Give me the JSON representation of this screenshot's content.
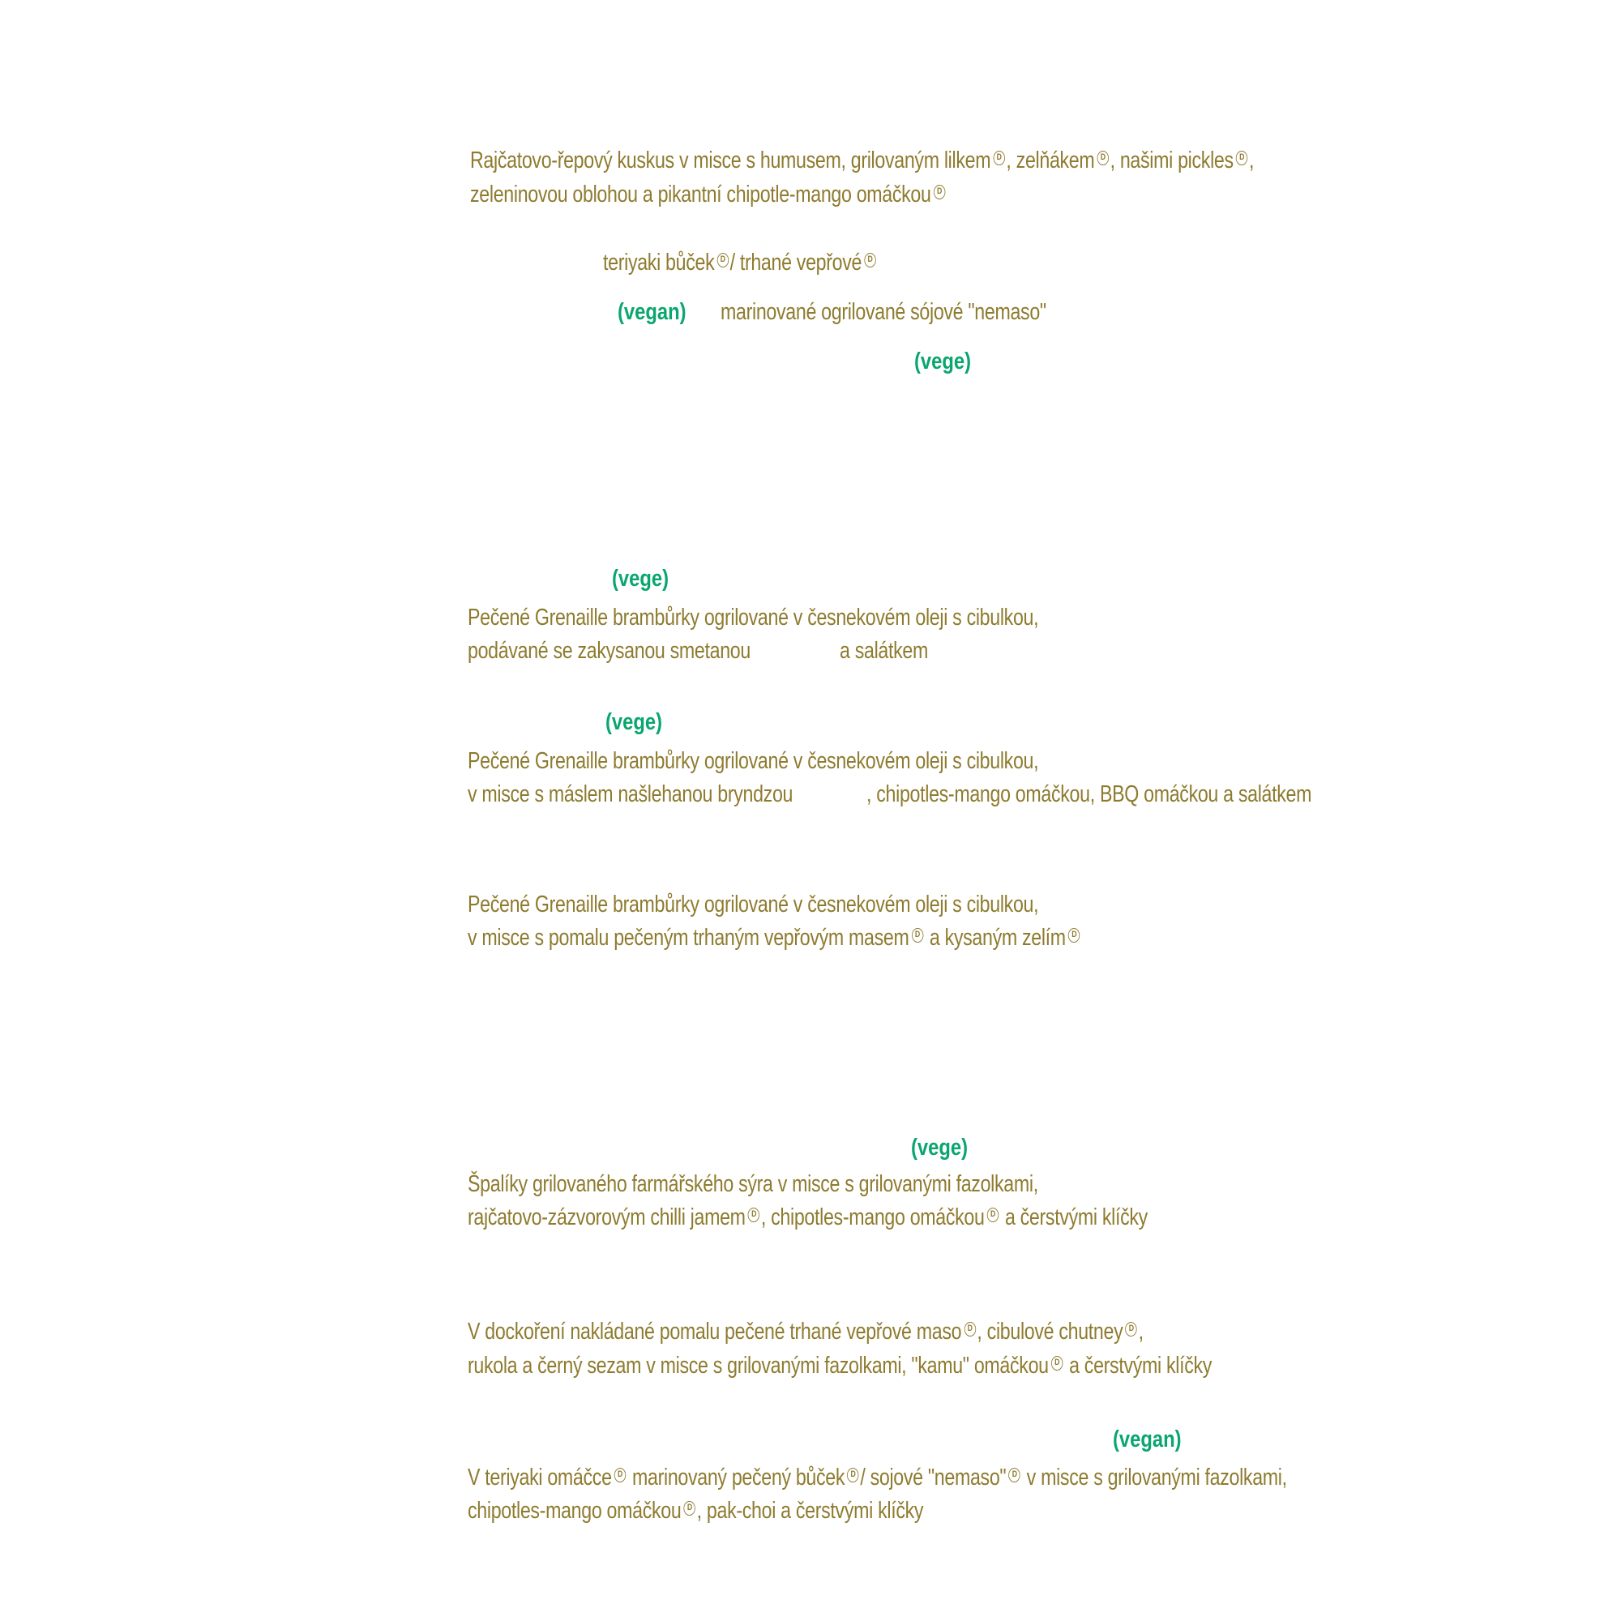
{
  "colors": {
    "text": "#8e7b2f",
    "tag": "#0aa66f",
    "background": "#ffffff"
  },
  "marker": {
    "glyph": "D",
    "icon": "circled-d-icon"
  },
  "dishes": {
    "couscous": {
      "line1_a": "Rajčatovo-řepový kuskus v misce s humusem, grilovaným lilkem",
      "line1_b": ", zelňákem",
      "line1_c": ", našimi pickles",
      "line1_d": ",",
      "line2_a": "zeleninovou oblohou a pikantní chipotle-mango omáčkou",
      "option1_a": "teriyaki bůček",
      "option1_b": "/ trhané vepřové",
      "option2_tag": "(vegan)",
      "option2_text": "marinované ogrilované sójové \"nemaso\"",
      "option3_tag": "(vege)"
    },
    "potatoes_sour_cream": {
      "tag": "(vege)",
      "line1": "Pečené Grenaille brambůrky ogrilované v česnekovém oleji s cibulkou,",
      "line2_a": "podávané se zakysanou smetanou",
      "line2_b": "a salátkem"
    },
    "potatoes_bryndza": {
      "tag": "(vege)",
      "line1": "Pečené Grenaille brambůrky ogrilované v česnekovém oleji s cibulkou,",
      "line2_a": "v misce s máslem našlehanou bryndzou",
      "line2_b": ", chipotles-mango omáčkou, BBQ omáčkou a salátkem"
    },
    "potatoes_pork": {
      "line1": "Pečené Grenaille brambůrky ogrilované v česnekovém oleji s cibulkou,",
      "line2_a": "v misce s pomalu pečeným trhaným vepřovým masem",
      "line2_b": "a kysaným zelím"
    },
    "cheese": {
      "tag": "(vege)",
      "line1": "Špalíky grilovaného farmářského sýra v misce s grilovanými fazolkami,",
      "line2_a": "rajčatovo-zázvorovým chilli jamem",
      "line2_b": ", chipotles-mango omáčkou",
      "line2_c": "a čerstvými klíčky"
    },
    "pulled_pork": {
      "line1_a": "V dockoření nakládané pomalu pečené trhané vepřové maso",
      "line1_b": ", cibulové chutney",
      "line1_c": ",",
      "line2_a": "rukola a černý sezam v misce s grilovanými fazolkami, \"kamu\" omáčkou",
      "line2_b": "a čerstvými klíčky"
    },
    "teriyaki": {
      "tag": "(vegan)",
      "line1_a": "V teriyaki omáčce",
      "line1_b": "marinovaný pečený bůček",
      "line1_c": "/ sojové \"nemaso\"",
      "line1_d": "v misce s grilovanými fazolkami,",
      "line2_a": "chipotles-mango omáčkou",
      "line2_b": ", pak-choi a čerstvými klíčky"
    }
  }
}
